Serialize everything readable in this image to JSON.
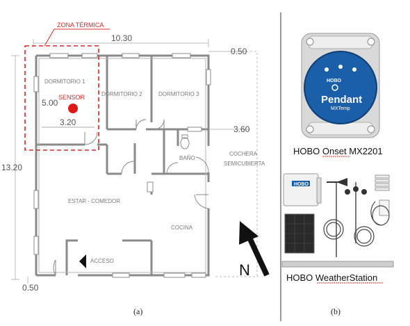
{
  "plan": {
    "zone_label": "ZONA TÉRMICA",
    "dim_top": "10.30",
    "dim_top_right": "0.50",
    "dim_left": "13.20",
    "dim_dorm_height": "5.00",
    "dim_dorm_width": "3.20",
    "dim_right": "3.60",
    "dim_bottom_left": "0.50",
    "sensor_label": "SENSOR",
    "rooms": {
      "dormitorio1": "DORMITORIO 1",
      "dormitorio2": "DORMITORIO 2",
      "dormitorio3": "DORMITORIO 3",
      "bano": "BAÑO",
      "cochera_line1": "COCHERA",
      "cochera_line2": "SEMICUBIERTA",
      "estar": "ESTAR - COMEDOR",
      "cocina": "COCINA",
      "acceso": "ACCESO"
    },
    "north": "N",
    "caption": "(a)"
  },
  "devices": {
    "pendant_brand": "HOBO",
    "pendant_name": "Pendant",
    "pendant_model": "MXTemp",
    "pendant_label": "HOBO Onset MX2201",
    "station_logo": "HOBO",
    "station_label": "HOBO WeatherStation",
    "caption": "(b)"
  },
  "colors": {
    "zone": "#d42a2a",
    "sensor": "#e01818",
    "wall": "#8a8a8a",
    "pendant_blue": "#1a5fa8"
  }
}
